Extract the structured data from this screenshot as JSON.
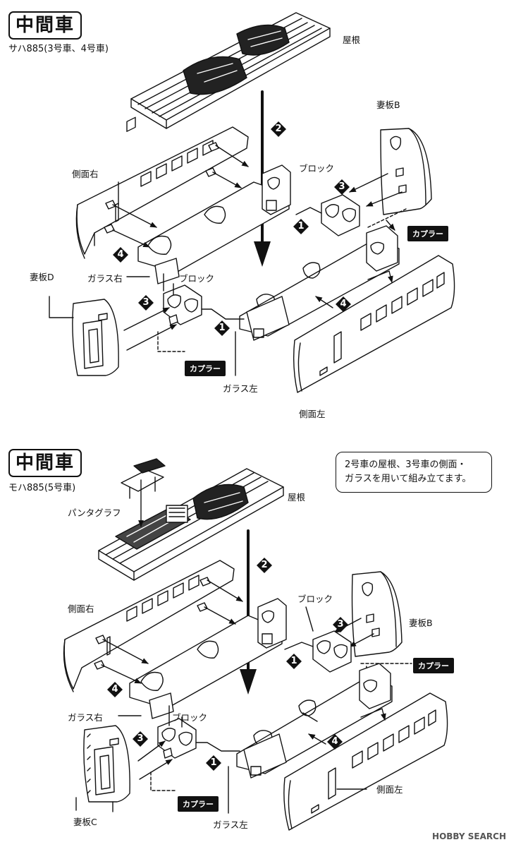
{
  "section1": {
    "title": "中間車",
    "subtitle": "サハ885(3号車、4号車)",
    "labels": {
      "roof": "屋根",
      "end_plate_b": "妻板B",
      "block_right": "ブロック",
      "side_right": "側面右",
      "coupler_right": "カプラー",
      "end_plate_d": "妻板D",
      "glass_right": "ガラス右",
      "block_left": "ブロック",
      "coupler_left": "カプラー",
      "glass_left": "ガラス左",
      "side_left": "側面左"
    }
  },
  "section2": {
    "title": "中間車",
    "subtitle": "モハ885(5号車)",
    "note": [
      "2号車の屋根、3号車の側面・",
      "ガラスを用いて組み立てます。"
    ],
    "labels": {
      "roof": "屋根",
      "pantograph": "パンタグラフ",
      "block_right": "ブロック",
      "side_right": "側面右",
      "end_plate_b": "妻板B",
      "coupler_right": "カプラー",
      "glass_right": "ガラス右",
      "block_left": "ブロック",
      "end_plate_c": "妻板C",
      "coupler_left": "カプラー",
      "glass_left": "ガラス左",
      "side_left": "側面左"
    }
  },
  "steps": [
    "1",
    "2",
    "3",
    "4"
  ],
  "watermark": "HOBBY SEARCH"
}
